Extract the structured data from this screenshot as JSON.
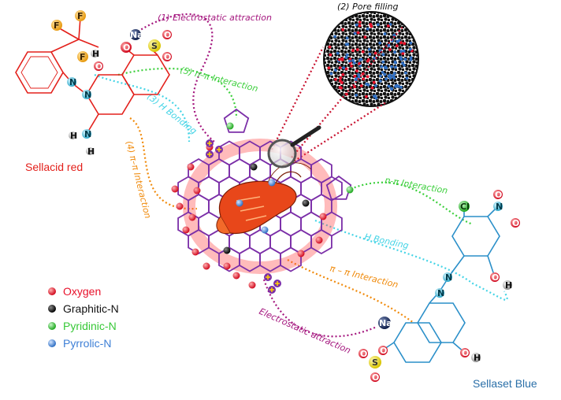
{
  "mechanisms": {
    "electrostatic_top": "(1) Electrostatic attraction",
    "pore_filling": "(2) Pore filling",
    "n_pi_top": "(5) n–π Interaction",
    "h_bonding_top": "(3) H Bonding",
    "pi_pi_left": "(4) π–π Interaction",
    "n_pi_right": "n-π Interaction",
    "h_bonding_right": "H Bonding",
    "pi_pi_right": "π – π Interaction",
    "electrostatic_bottom": "Electrostatic attraction"
  },
  "dyes": {
    "red_name": "Sellacid red",
    "blue_name": "Sellaset Blue"
  },
  "atoms": {
    "na": "Na",
    "s": "S",
    "o": "O",
    "n": "N",
    "h": "H",
    "f": "F",
    "cl": "Cl"
  },
  "legend": {
    "items": [
      {
        "label": "Oxygen",
        "color": "#e8102a"
      },
      {
        "label": "Graphitic-N",
        "color": "#111111"
      },
      {
        "label": "Pyridinic-N",
        "color": "#37c837"
      },
      {
        "label": "Pyrrolic-N",
        "color": "#3d7fd6"
      }
    ]
  },
  "colors": {
    "red_dye": "#e3201b",
    "blue_dye": "#2a8fc9",
    "carbon": "#7b2fa8",
    "electrostatic": "#a4167e",
    "n_pi": "#3ccf3c",
    "h_bond": "#44d4e6",
    "pi_pi": "#f08a0b",
    "pore": "#c8102e"
  }
}
